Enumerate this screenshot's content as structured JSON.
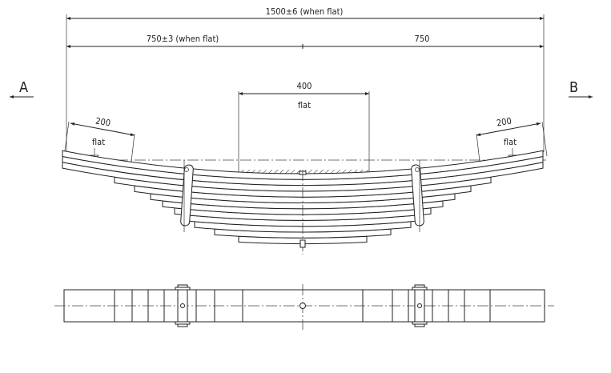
{
  "view_labels": {
    "left": "A",
    "right": "B"
  },
  "dimensions": {
    "overall": "1500±6 (when flat)",
    "left_half": "750±3 (when flat)",
    "right_half": "750",
    "center_flat_value": "400",
    "center_flat_label": "flat",
    "left_end_value": "200",
    "left_end_label": "flat",
    "right_end_value": "200",
    "right_end_label": "flat"
  }
}
